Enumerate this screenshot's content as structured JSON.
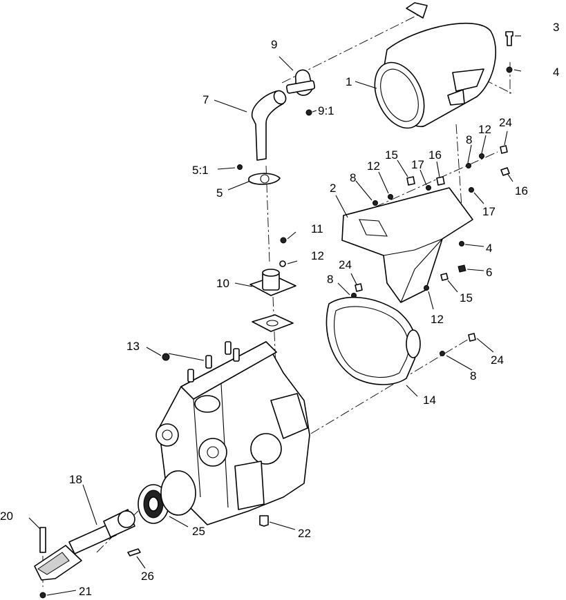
{
  "callouts": [
    {
      "id": "c1",
      "text": "1"
    },
    {
      "id": "c2",
      "text": "2"
    },
    {
      "id": "c3",
      "text": "3"
    },
    {
      "id": "c4a",
      "text": "4"
    },
    {
      "id": "c4b",
      "text": "4"
    },
    {
      "id": "c5",
      "text": "5"
    },
    {
      "id": "c5_1",
      "text": "5:1"
    },
    {
      "id": "c6",
      "text": "6"
    },
    {
      "id": "c7",
      "text": "7"
    },
    {
      "id": "c8a",
      "text": "8"
    },
    {
      "id": "c8b",
      "text": "8"
    },
    {
      "id": "c8c",
      "text": "8"
    },
    {
      "id": "c8d",
      "text": "8"
    },
    {
      "id": "c9",
      "text": "9"
    },
    {
      "id": "c9_1",
      "text": "9:1"
    },
    {
      "id": "c10",
      "text": "10"
    },
    {
      "id": "c11",
      "text": "11"
    },
    {
      "id": "c12a",
      "text": "12"
    },
    {
      "id": "c12b",
      "text": "12"
    },
    {
      "id": "c12c",
      "text": "12"
    },
    {
      "id": "c12d",
      "text": "12"
    },
    {
      "id": "c13",
      "text": "13"
    },
    {
      "id": "c14",
      "text": "14"
    },
    {
      "id": "c15a",
      "text": "15"
    },
    {
      "id": "c15b",
      "text": "15"
    },
    {
      "id": "c16a",
      "text": "16"
    },
    {
      "id": "c16b",
      "text": "16"
    },
    {
      "id": "c17a",
      "text": "17"
    },
    {
      "id": "c17b",
      "text": "17"
    },
    {
      "id": "c18",
      "text": "18"
    },
    {
      "id": "c20",
      "text": "20"
    },
    {
      "id": "c21",
      "text": "21"
    },
    {
      "id": "c22",
      "text": "22"
    },
    {
      "id": "c24a",
      "text": "24"
    },
    {
      "id": "c24b",
      "text": "24"
    },
    {
      "id": "c24c",
      "text": "24"
    },
    {
      "id": "c25",
      "text": "25"
    },
    {
      "id": "c26",
      "text": "26"
    }
  ]
}
